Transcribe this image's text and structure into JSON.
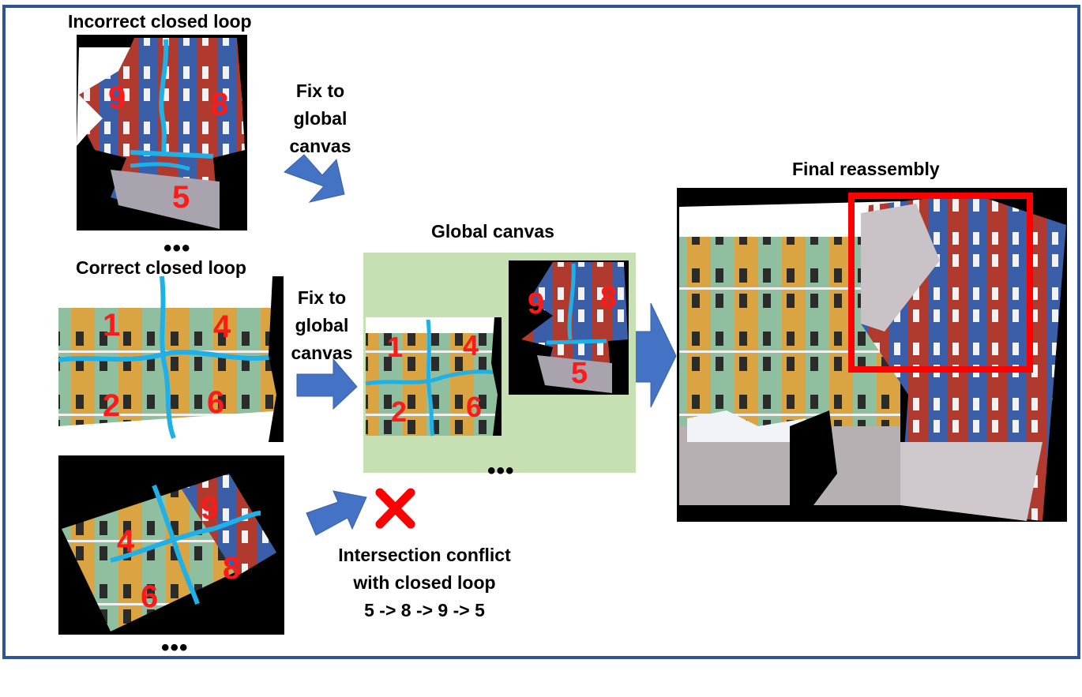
{
  "labels": {
    "incorrect_loop": "Incorrect closed loop",
    "correct_loop": "Correct closed loop",
    "fix_top": [
      "Fix to",
      "global",
      "canvas"
    ],
    "fix_mid": [
      "Fix to",
      "global",
      "canvas"
    ],
    "global_canvas": "Global canvas",
    "final_reassembly": "Final reassembly",
    "conflict": [
      "Intersection conflict",
      "with closed loop",
      "5 -> 8 -> 9 -> 5"
    ],
    "ellipsis": "•••"
  },
  "fragments": {
    "incorrect": [
      "9",
      "8",
      "5"
    ],
    "correct": [
      "1",
      "4",
      "2",
      "6"
    ],
    "rotated": [
      "4",
      "9",
      "8",
      "6"
    ],
    "canvas_left": [
      "1",
      "4",
      "2",
      "6"
    ],
    "canvas_right": [
      "9",
      "8",
      "5"
    ]
  },
  "colors": {
    "frame": "#2f5597",
    "arrow": "#4472c4",
    "seam": "#1fb0e8",
    "number": "#ff1a1a",
    "canvas_bg": "#c6e0b4",
    "highlight": "#ff0000",
    "conflict_mark": "#ff0000"
  }
}
